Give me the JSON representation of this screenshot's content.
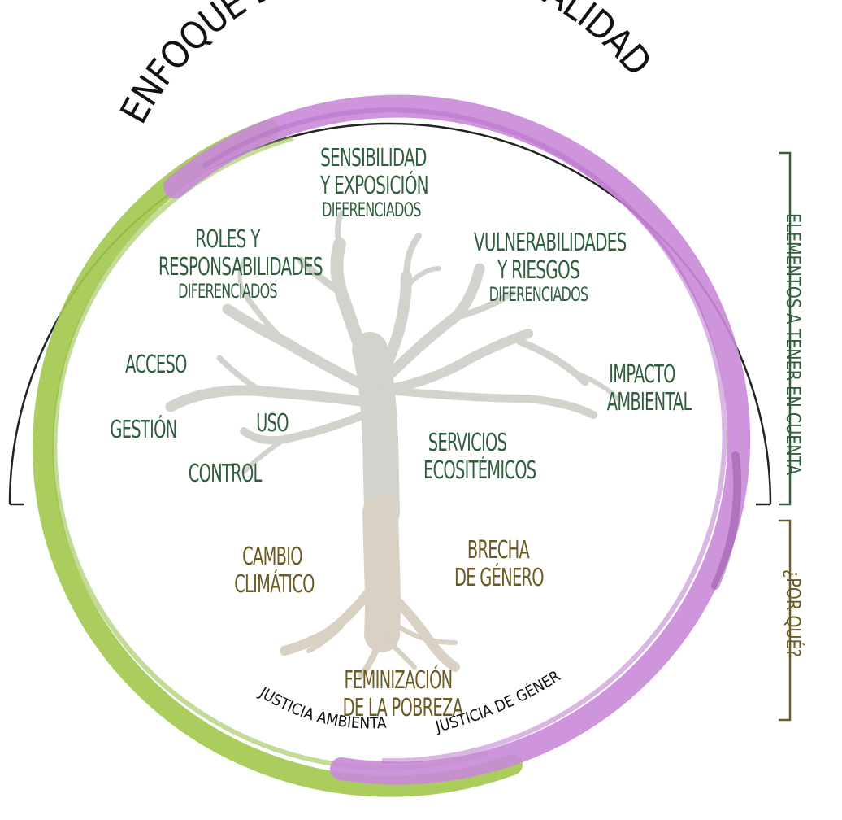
{
  "title": "ENFOQUE DE INTERSECCIONALIDAD",
  "elements": {
    "sensibilidad": {
      "line1": "SENSIBILIDAD",
      "line2": "Y EXPOSICIÓN",
      "line3": "DIFERENCIADOS"
    },
    "roles": {
      "line1": "ROLES Y",
      "line2": "RESPONSABILIDADES",
      "line3": "DIFERENCIADOS"
    },
    "vulnerabilidades": {
      "line1": "VULNERABILIDADES",
      "line2": "Y RIESGOS",
      "line3": "DIFERENCIADOS"
    },
    "acceso": "ACCESO",
    "gestion": "GESTIÓN",
    "uso": "USO",
    "control": "CONTROL",
    "impacto": {
      "line1": "IMPACTO",
      "line2": "AMBIENTAL"
    },
    "servicios": {
      "line1": "SERVICIOS",
      "line2": "ECOSITÉMICOS"
    }
  },
  "causes": {
    "cambio": {
      "line1": "CAMBIO",
      "line2": "CLIMÁTICO"
    },
    "brecha": {
      "line1": "BRECHA",
      "line2": "DE GÉNERO"
    },
    "feminizacion": {
      "line1": "FEMINIZACIÓN",
      "line2": "DE LA POBREZA"
    }
  },
  "ring_labels": {
    "ambiental": "JUSTICIA AMBIENTAL",
    "genero": "JUSTICIA DE GÉNERO"
  },
  "side_labels": {
    "elementos": "ELEMENTOS A TENER EN CUENTA",
    "porque": "¿POR QUÉ?"
  },
  "colors": {
    "green_ring": "#a4c94f",
    "purple_ring": "#c98ad8",
    "tree_trunk": "#d3d3cd",
    "tree_roots": "#d9d1c4",
    "text_green": "#2f5e3c",
    "text_brown": "#6b5a22",
    "bracket_green": "#2f5e3c",
    "bracket_brown": "#6b5a22"
  }
}
